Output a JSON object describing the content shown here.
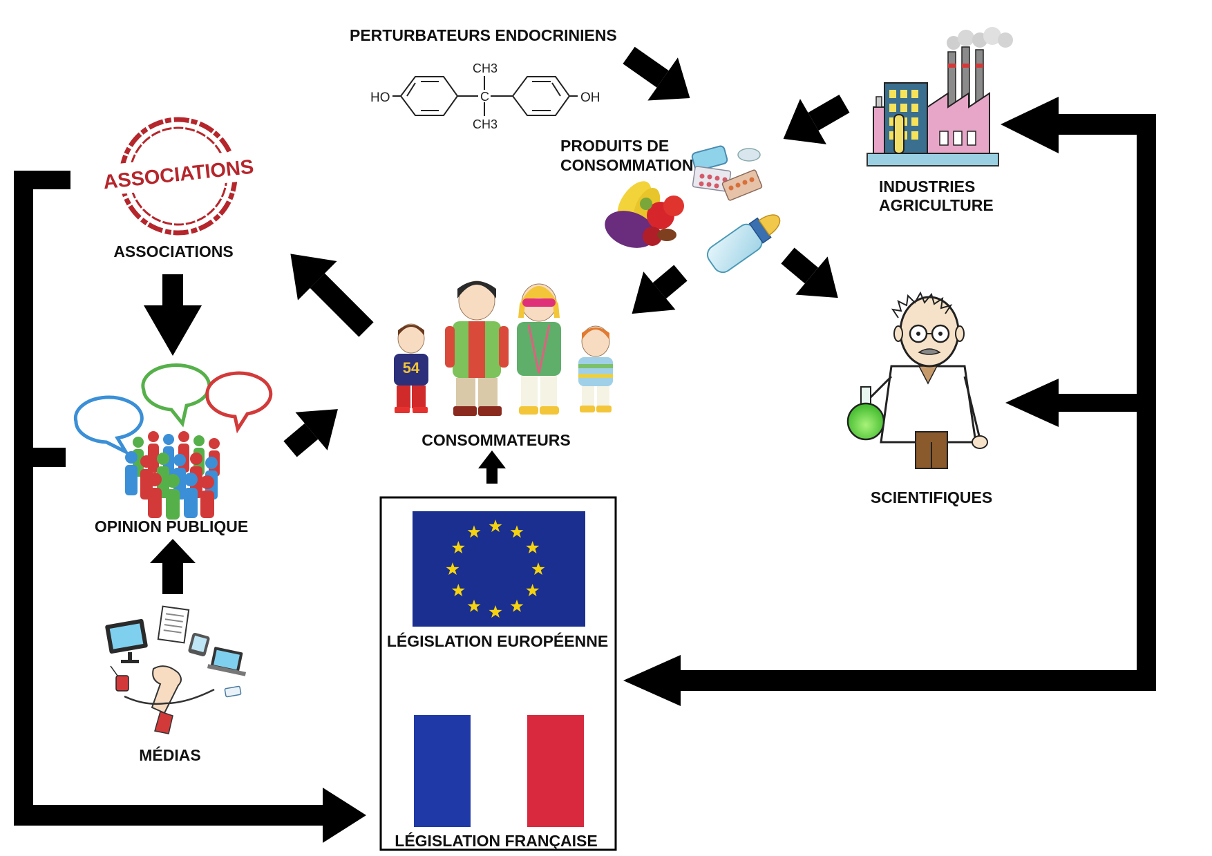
{
  "labels": {
    "perturbateurs": "PERTURBATEURS ENDOCRINIENS",
    "produits_line1": "PRODUITS DE",
    "produits_line2": "CONSOMMATION",
    "industries_line1": "INDUSTRIES",
    "industries_line2": "AGRICULTURE",
    "associations": "ASSOCIATIONS",
    "consommateurs": "CONSOMMATEURS",
    "scientifiques": "SCIENTIFIQUES",
    "opinion": "OPINION PUBLIQUE",
    "medias": "MÉDIAS",
    "leg_euro": "LÉGISLATION EUROPÉENNE",
    "leg_fr": "LÉGISLATION FRANÇAISE"
  },
  "molecule": {
    "left_group": "HO",
    "right_group": "OH",
    "top_group": "CH3",
    "bottom_group": "CH3"
  },
  "stamp": {
    "text": "ASSOCIATIONS"
  },
  "jersey": {
    "number": "54"
  },
  "colors": {
    "arrow": "#000000",
    "eu_blue": "#1a2f8f",
    "eu_star": "#f6d30f",
    "fr_blue": "#1f3aa6",
    "fr_red": "#d8293f",
    "stamp_red": "#b5262c"
  }
}
